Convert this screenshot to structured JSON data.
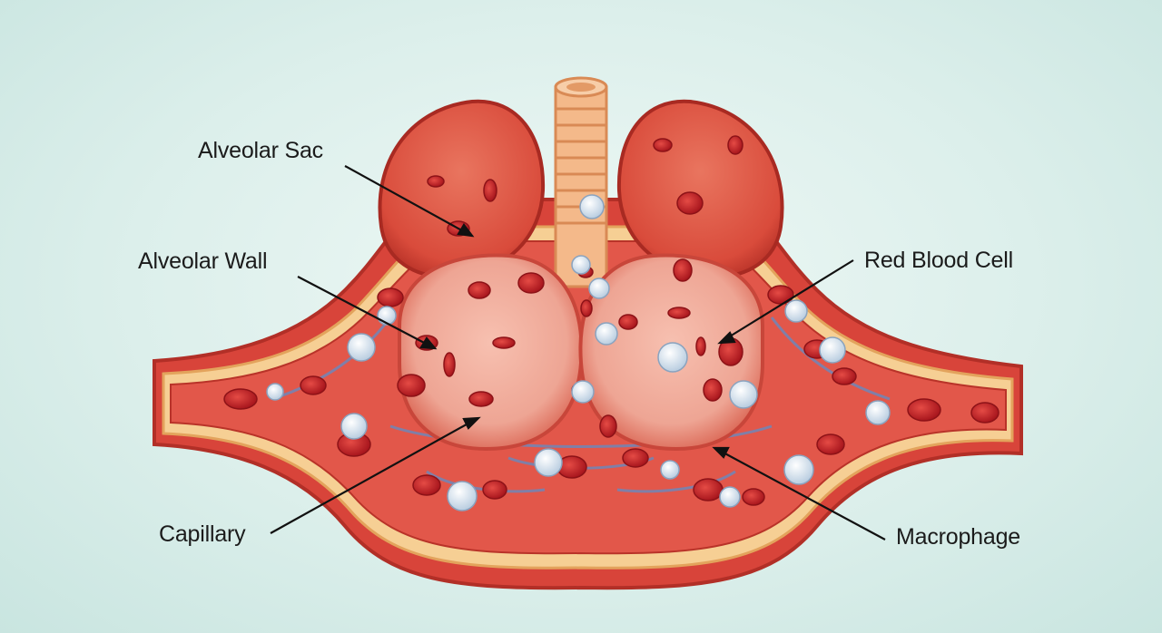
{
  "labels": {
    "alveolar_sac": "Alveolar Sac",
    "alveolar_wall": "Alveolar Wall",
    "capillary": "Capillary",
    "red_blood_cell": "Red Blood Cell",
    "macrophage": "Macrophage"
  },
  "colors": {
    "tissue_outer": "#d8443a",
    "tissue_inner": "#f2a48e",
    "fat_layer": "#f6cf94",
    "alveolus": "#eea594",
    "red_blood_cell": "#c8232a",
    "macrophage": "#dde8f2",
    "vessel": "#6f86b8",
    "trachea": "#f4b98a"
  }
}
